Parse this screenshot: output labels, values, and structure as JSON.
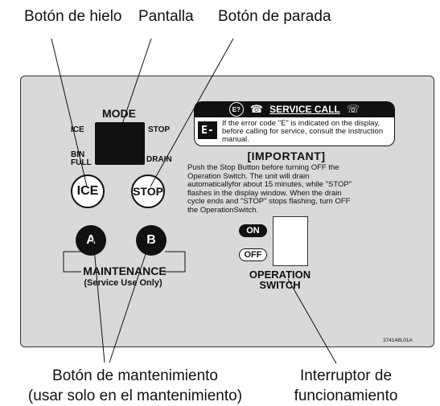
{
  "callouts": {
    "ice_button": "Botón de hielo",
    "display": "Pantalla",
    "stop_button": "Botón de parada",
    "maintenance_line1": "Botón de mantenimiento",
    "maintenance_line2": "(usar solo en el mantenimiento)",
    "switch_line1": "Interruptor de",
    "switch_line2": "funcionamiento"
  },
  "panel": {
    "mode": {
      "title": "MODE",
      "left_top": "ICE",
      "right_top": "STOP",
      "left_bottom_1": "BIN",
      "left_bottom_2": "FULL",
      "right_bottom": "DRAIN"
    },
    "buttons": {
      "ice": "ICE",
      "stop": "STOP",
      "a": "A",
      "b": "B"
    },
    "maintenance": {
      "label": "MAINTENANCE",
      "sub": "(Service Use Only)"
    },
    "service_call": {
      "icon_code": "E?",
      "title": "SERVICE CALL",
      "error_box": "E-",
      "text": "If the error code \"E\" is indicated on the display, before calling for service, consult the instruction manual."
    },
    "important": {
      "title": "[IMPORTANT]",
      "text": "Push the Stop Button before turning OFF the Operation Switch. The unit will drain automaticallyfor about 15 minutes, while \"STOP\" flashes in the display window. When the drain cycle ends and \"STOP\" stops flashing, turn OFF the OperationSwitch."
    },
    "switch": {
      "on": "ON",
      "off": "OFF",
      "label_line1": "OPERATION",
      "label_line2": "SWITCH"
    },
    "part_number": "374148L01A"
  },
  "colors": {
    "panel": "#d9d9d9",
    "dark": "#111111",
    "line": "#111111"
  }
}
